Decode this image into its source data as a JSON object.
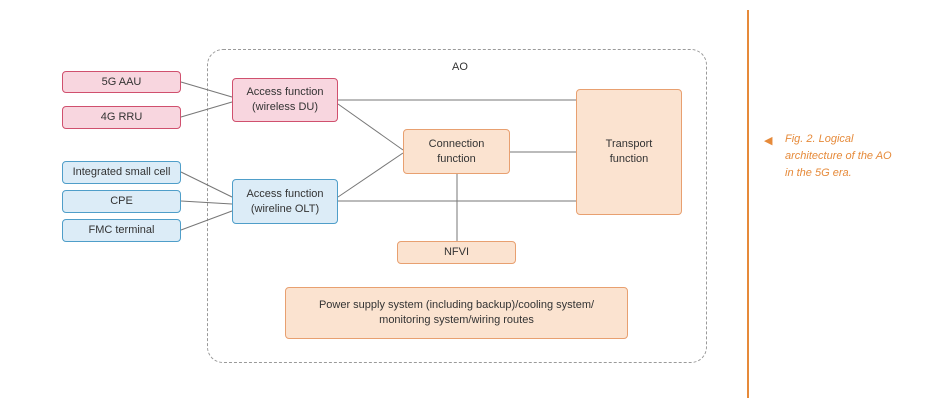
{
  "colors": {
    "pink_fill": "#f8d6df",
    "pink_border": "#d0506e",
    "blue_fill": "#dcecf7",
    "blue_border": "#4f9ec9",
    "peach_fill": "#fbe3d0",
    "peach_border": "#e8a070",
    "accent": "#e68a3a",
    "link_line": "#777777"
  },
  "diagram": {
    "region_label": "AO",
    "radio_units": [
      "5G AAU",
      "4G RRU"
    ],
    "wired_terminals": [
      "Integrated small cell",
      "CPE",
      "FMC terminal"
    ],
    "access_wireless": [
      "Access function",
      "(wireless DU)"
    ],
    "access_wireline": [
      "Access function",
      "(wireline OLT)"
    ],
    "connection": [
      "Connection",
      "function"
    ],
    "transport": [
      "Transport",
      "function"
    ],
    "nfvi": "NFVI",
    "power": [
      "Power supply system (including backup)/cooling system/",
      "monitoring system/wiring routes"
    ]
  },
  "caption": {
    "arrow": "◀",
    "text": "Fig. 2. Logical architecture of the AO in the 5G era."
  }
}
